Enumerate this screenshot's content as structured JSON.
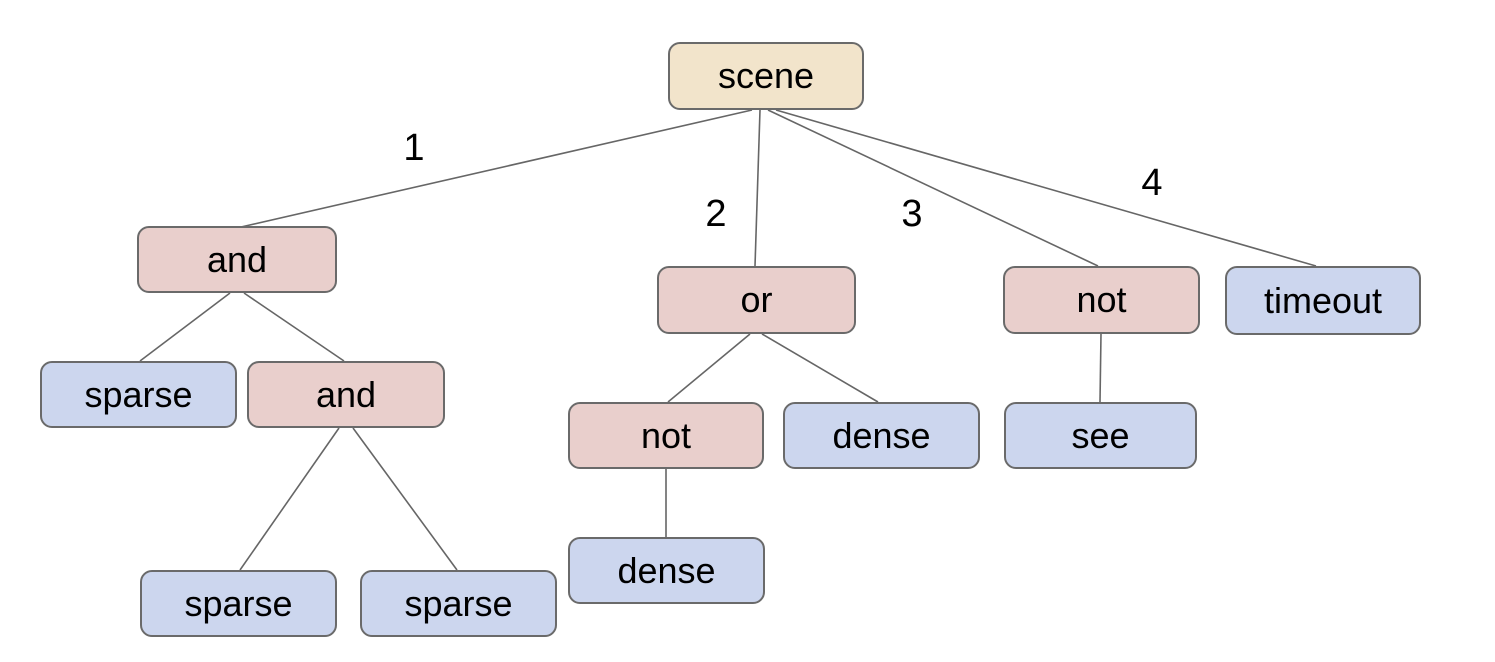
{
  "tree": {
    "label": "scene",
    "children": [
      {
        "edge_label": "1",
        "label": "and",
        "children": [
          {
            "label": "sparse",
            "children": []
          },
          {
            "label": "and",
            "children": [
              {
                "label": "sparse",
                "children": []
              },
              {
                "label": "sparse",
                "children": []
              }
            ]
          }
        ]
      },
      {
        "edge_label": "2",
        "label": "or",
        "children": [
          {
            "label": "not",
            "children": [
              {
                "label": "dense",
                "children": []
              }
            ]
          },
          {
            "label": "dense",
            "children": []
          }
        ]
      },
      {
        "edge_label": "3",
        "label": "not",
        "children": [
          {
            "label": "see",
            "children": []
          }
        ]
      },
      {
        "edge_label": "4",
        "label": "timeout",
        "children": []
      }
    ]
  },
  "colors": {
    "root_node_fill": "#f2e4cb",
    "operator_node_fill": "#e9cfcc",
    "leaf_node_fill": "#ccd6ee",
    "node_border": "#6a6a6a",
    "edge_line": "#666666",
    "text": "#000000",
    "background": "#ffffff"
  }
}
